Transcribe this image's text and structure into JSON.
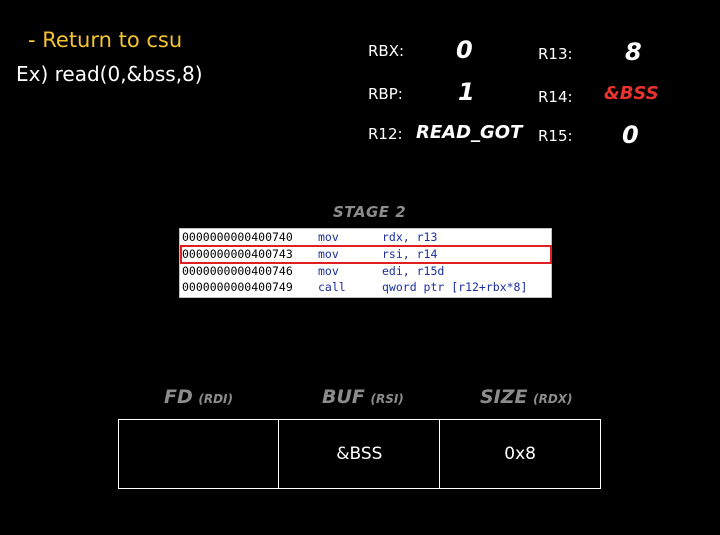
{
  "slide": {
    "heading": "- Return to csu",
    "example": "Ex) read(0,&bss,8)"
  },
  "registers": [
    {
      "label": "RBX:",
      "value": "0"
    },
    {
      "label": "RBP:",
      "value": "1"
    },
    {
      "label": "R12:",
      "value": "READ_GOT"
    },
    {
      "label": "R13:",
      "value": "8"
    },
    {
      "label": "R14:",
      "value": "&BSS"
    },
    {
      "label": "R15:",
      "value": "0"
    }
  ],
  "stage": {
    "title": "STAGE 2",
    "rows": [
      {
        "addr": "0000000000400740",
        "mnemonic": "mov",
        "operands": "rdx, r13"
      },
      {
        "addr": "0000000000400743",
        "mnemonic": "mov",
        "operands": "rsi, r14"
      },
      {
        "addr": "0000000000400746",
        "mnemonic": "mov",
        "operands": "edi, r15d"
      },
      {
        "addr": "0000000000400749",
        "mnemonic": "call",
        "operands": "qword ptr [r12+rbx*8]"
      }
    ],
    "highlight_color": "#e02020"
  },
  "args": {
    "headers": [
      {
        "main": "FD",
        "sub": "(RDI)"
      },
      {
        "main": "BUF",
        "sub": "(RSI)"
      },
      {
        "main": "SIZE",
        "sub": "(RDX)"
      }
    ],
    "values": [
      "",
      "&BSS",
      "0x8"
    ]
  },
  "colors": {
    "heading": "#f4c430",
    "accent_red": "#e8332e",
    "muted": "#8c8c8c",
    "asm_blue": "#1a2fa0"
  }
}
